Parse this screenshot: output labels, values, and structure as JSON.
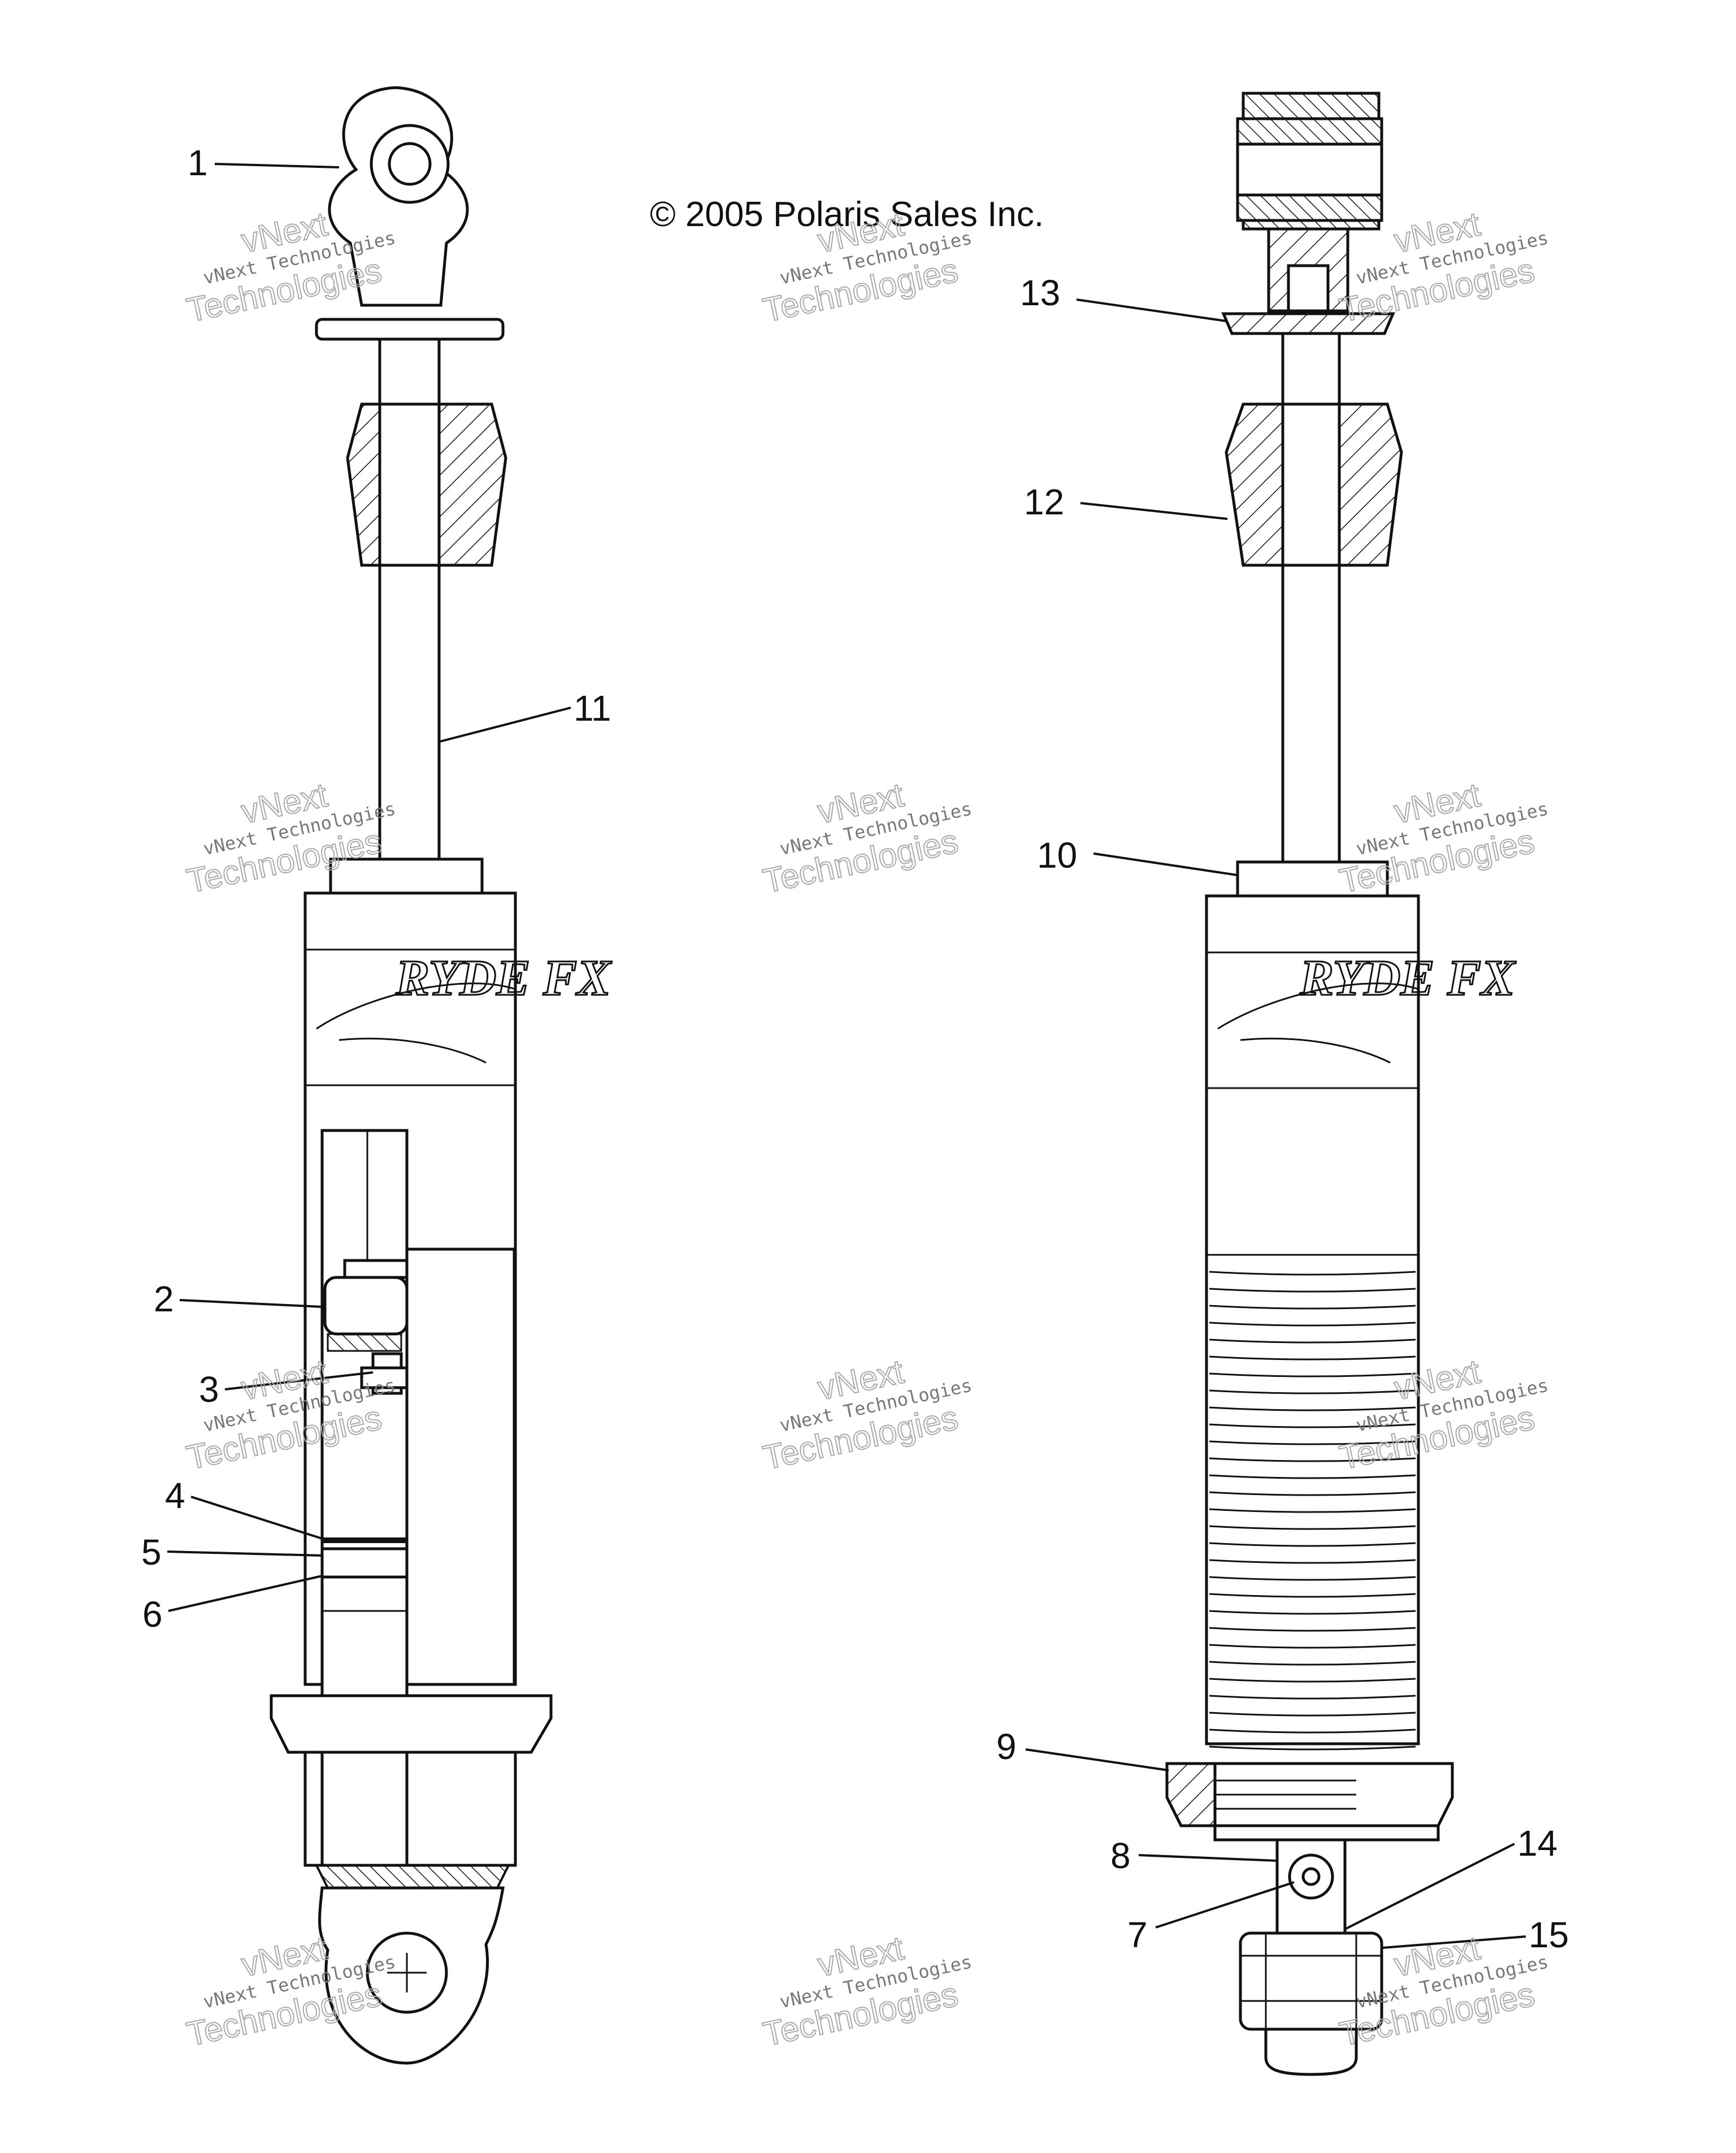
{
  "copyright": "© 2005 Polaris Sales Inc.",
  "watermark": {
    "line1": "vNext Technologies",
    "line2": "vNext",
    "line3": "Technologies"
  },
  "shock_graphic_text": "RYDE FX",
  "callouts": [
    "1",
    "2",
    "3",
    "4",
    "5",
    "6",
    "7",
    "8",
    "9",
    "10",
    "11",
    "12",
    "13",
    "14",
    "15"
  ],
  "colors": {
    "ink": "#111111",
    "paper": "#ffffff",
    "watermark": "#999999"
  }
}
